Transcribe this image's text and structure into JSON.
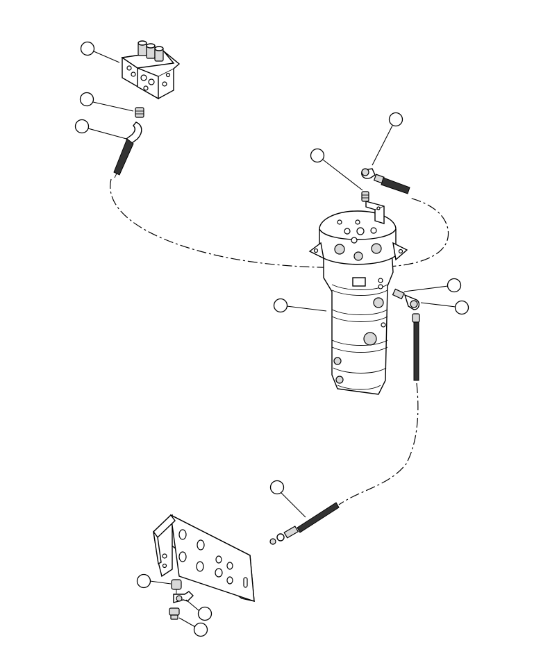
{
  "diagram": {
    "callouts": [
      {
        "id": "callout-valve-block",
        "label": ""
      },
      {
        "id": "callout-adapter-top",
        "label": ""
      },
      {
        "id": "callout-hose-top",
        "label": ""
      },
      {
        "id": "callout-elbow-top-right",
        "label": ""
      },
      {
        "id": "callout-adapter-swivel-top",
        "label": ""
      },
      {
        "id": "callout-swivel-joint",
        "label": ""
      },
      {
        "id": "callout-adapter-side",
        "label": ""
      },
      {
        "id": "callout-elbow-side",
        "label": ""
      },
      {
        "id": "callout-hose-bottom",
        "label": ""
      },
      {
        "id": "callout-bulkhead-fitting",
        "label": ""
      },
      {
        "id": "callout-tee-fitting",
        "label": ""
      },
      {
        "id": "callout-nut-fitting",
        "label": ""
      }
    ],
    "colors": {
      "line": "#000000",
      "background": "#ffffff",
      "shade": "#d9d9d9"
    }
  }
}
